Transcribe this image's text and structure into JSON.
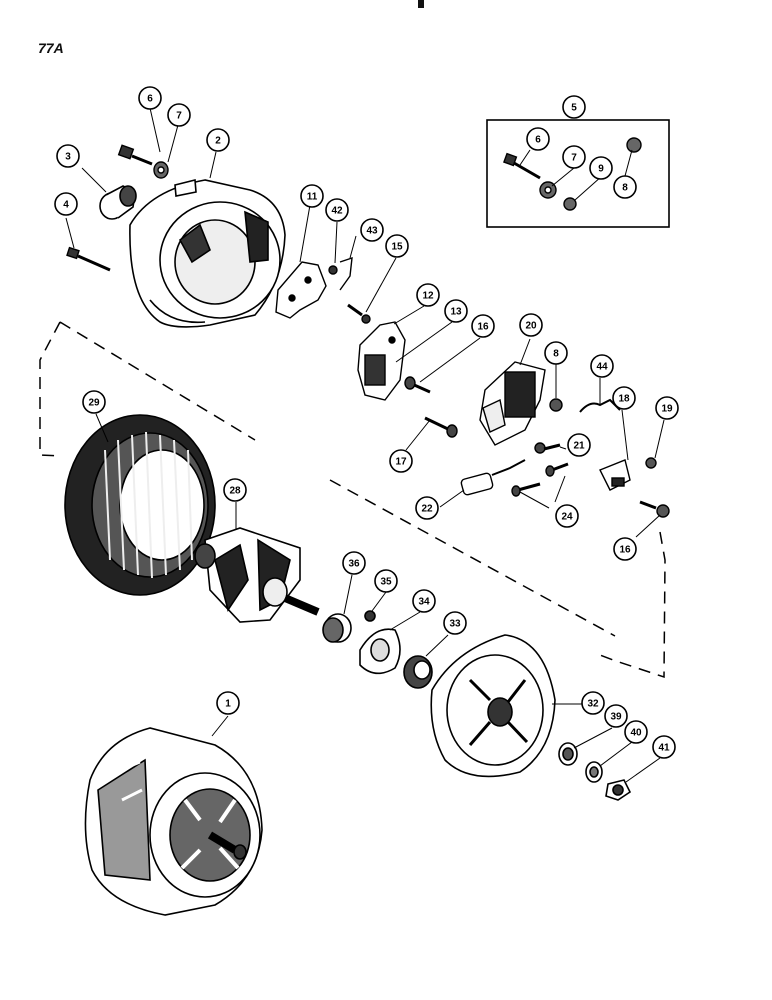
{
  "page": {
    "label": "77A"
  },
  "callouts": [
    {
      "id": "c1",
      "text": "1"
    },
    {
      "id": "c2",
      "text": "2"
    },
    {
      "id": "c3",
      "text": "3"
    },
    {
      "id": "c4",
      "text": "4"
    },
    {
      "id": "c5",
      "text": "5"
    },
    {
      "id": "c6a",
      "text": "6"
    },
    {
      "id": "c6b",
      "text": "6"
    },
    {
      "id": "c7a",
      "text": "7"
    },
    {
      "id": "c7b",
      "text": "7"
    },
    {
      "id": "c8a",
      "text": "8"
    },
    {
      "id": "c8b",
      "text": "8"
    },
    {
      "id": "c9",
      "text": "9"
    },
    {
      "id": "c11",
      "text": "11"
    },
    {
      "id": "c12",
      "text": "12"
    },
    {
      "id": "c13",
      "text": "13"
    },
    {
      "id": "c15",
      "text": "15"
    },
    {
      "id": "c16a",
      "text": "16"
    },
    {
      "id": "c16b",
      "text": "16"
    },
    {
      "id": "c17",
      "text": "17"
    },
    {
      "id": "c18",
      "text": "18"
    },
    {
      "id": "c19",
      "text": "19"
    },
    {
      "id": "c20",
      "text": "20"
    },
    {
      "id": "c21",
      "text": "21"
    },
    {
      "id": "c22",
      "text": "22"
    },
    {
      "id": "c24",
      "text": "24"
    },
    {
      "id": "c28",
      "text": "28"
    },
    {
      "id": "c29",
      "text": "29"
    },
    {
      "id": "c32",
      "text": "32"
    },
    {
      "id": "c33",
      "text": "33"
    },
    {
      "id": "c34",
      "text": "34"
    },
    {
      "id": "c35",
      "text": "35"
    },
    {
      "id": "c36",
      "text": "36"
    },
    {
      "id": "c39",
      "text": "39"
    },
    {
      "id": "c40",
      "text": "40"
    },
    {
      "id": "c41",
      "text": "41"
    },
    {
      "id": "c42",
      "text": "42"
    },
    {
      "id": "c43",
      "text": "43"
    },
    {
      "id": "c44",
      "text": "44"
    }
  ]
}
